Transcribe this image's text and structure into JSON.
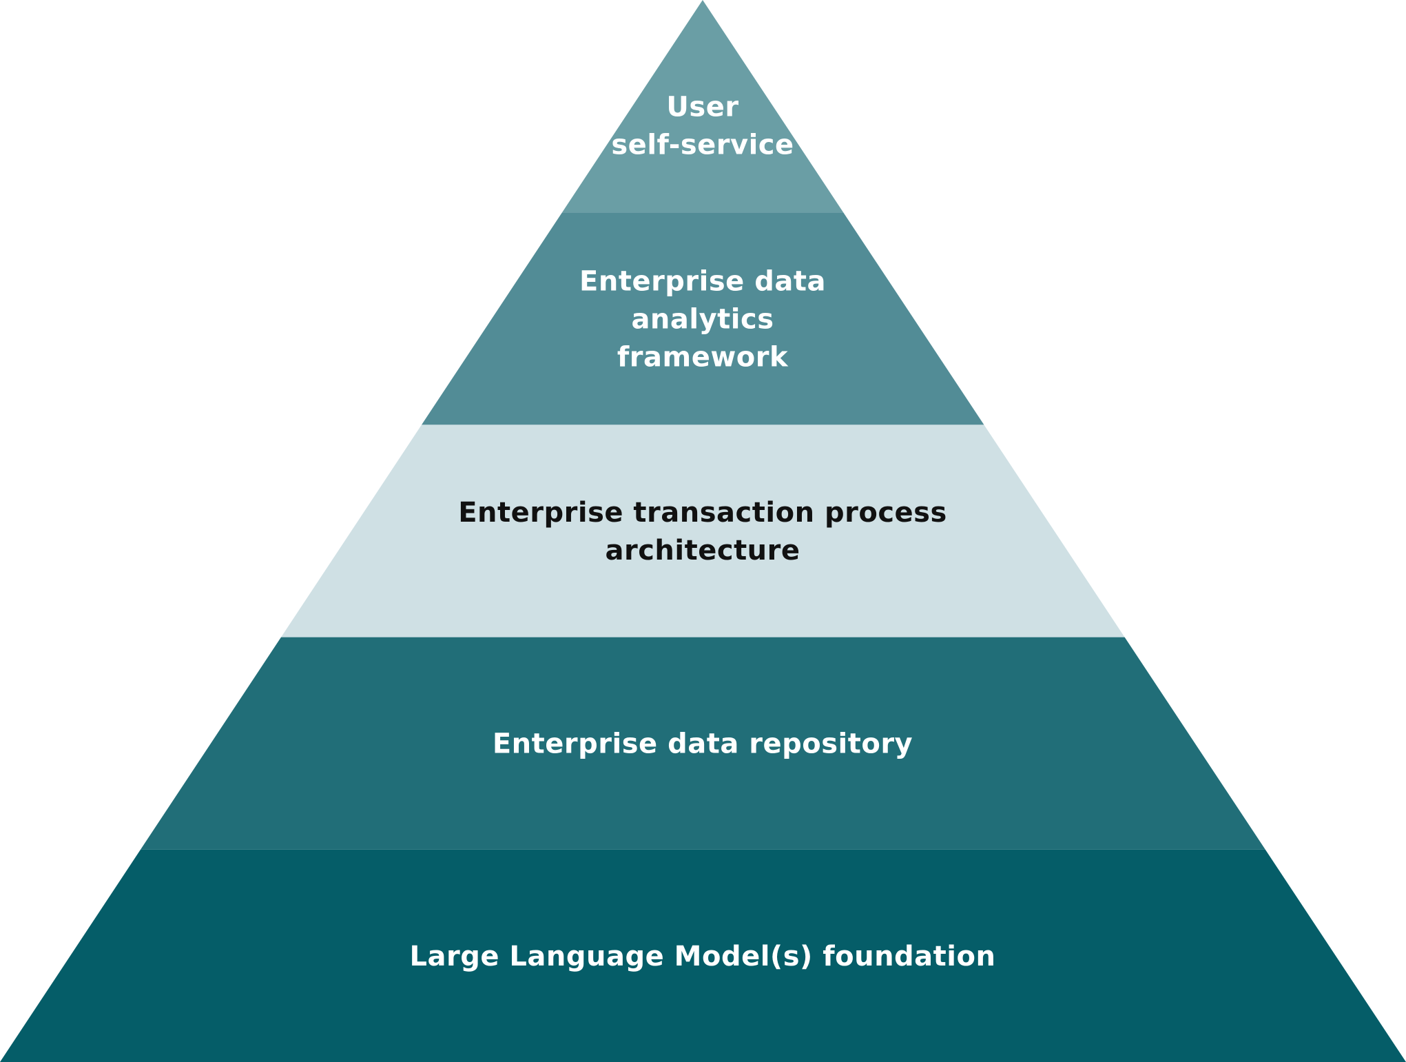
{
  "pyramid": {
    "layers": [
      {
        "lines": [
          "User",
          "self-service"
        ],
        "fill": "#6a9ea5",
        "text_color": "#ffffff"
      },
      {
        "lines": [
          "Enterprise data",
          "analytics",
          "framework"
        ],
        "fill": "#528c96",
        "text_color": "#ffffff"
      },
      {
        "lines": [
          "Enterprise transaction process",
          "architecture"
        ],
        "fill": "#cfe0e4",
        "text_color": "#111111"
      },
      {
        "lines": [
          "Enterprise data repository"
        ],
        "fill": "#216e78",
        "text_color": "#ffffff"
      },
      {
        "lines": [
          "Large Language Model(s) foundation"
        ],
        "fill": "#055d68",
        "text_color": "#ffffff"
      }
    ]
  }
}
